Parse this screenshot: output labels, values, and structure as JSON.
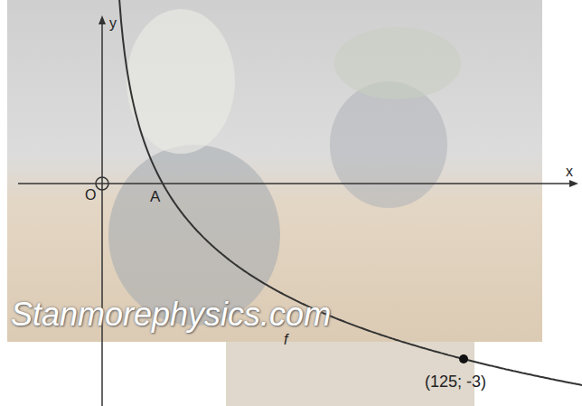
{
  "diagram": {
    "labels": [
      "y",
      "x",
      "O",
      "A",
      "f",
      "(125; -3)",
      "Stanmorephysics.com"
    ]
  }
}
